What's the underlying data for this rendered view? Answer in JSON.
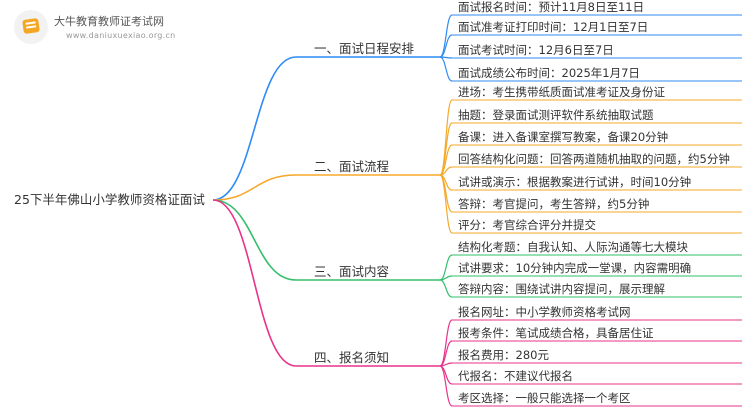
{
  "logo": {
    "title": "大牛教育教师证考试网",
    "subtitle": "www.daniuxuexiao.org.cn"
  },
  "root": {
    "label": "25下半年佛山小学教师资格证面试"
  },
  "branches": [
    {
      "label": "一、面试日程安排",
      "color": "#2f8bf5",
      "items": [
        "面试报名时间：预计11月8日至11日",
        "面试准考证打印时间：12月1日至7日",
        "面试考试时间：12月6日至7日",
        "面试成绩公布时间：2025年1月7日"
      ]
    },
    {
      "label": "二、面试流程",
      "color": "#f5a82a",
      "items": [
        "进场：考生携带纸质面试准考证及身份证",
        "抽题：登录面试测评软件系统抽取试题",
        "备课：进入备课室撰写教案，备课20分钟",
        "回答结构化问题：回答两道随机抽取的问题，约5分钟",
        "试讲或演示：根据教案进行试讲，时间10分钟",
        "答辩：考官提问，考生答辩，约5分钟",
        "评分：考官综合评分并提交"
      ]
    },
    {
      "label": "三、面试内容",
      "color": "#33bf6a",
      "items": [
        "结构化考题：自我认知、人际沟通等七大模块",
        "试讲要求：10分钟内完成一堂课，内容需明确",
        "答辩内容：围绕试讲内容提问，展示理解"
      ]
    },
    {
      "label": "四、报名须知",
      "color": "#e8338a",
      "items": [
        "报名网址：中小学教师资格考试网",
        "报考条件：笔试成绩合格，具备居住证",
        "报名费用：280元",
        "代报名：不建议代报名",
        "考区选择：一般只能选择一个考区"
      ]
    }
  ]
}
